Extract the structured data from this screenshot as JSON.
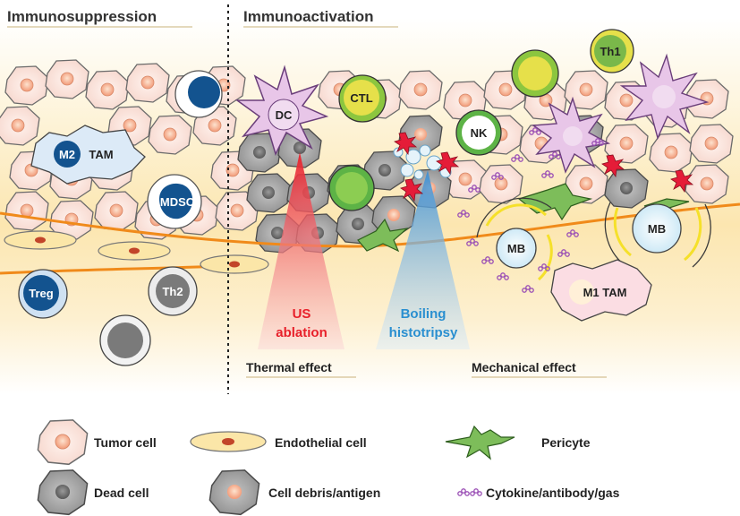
{
  "headers": {
    "left": "Immunosuppression",
    "right": "Immunoactivation"
  },
  "cells": {
    "m2": "M2",
    "tam": "TAM",
    "mdsc": "MDSC",
    "treg": "Treg",
    "th2": "Th2",
    "dc": "DC",
    "ctl": "CTL",
    "nk": "NK",
    "th1": "Th1",
    "mb1": "MB",
    "mb2": "MB",
    "m1": "M1 TAM"
  },
  "beams": {
    "thermal_line1": "US",
    "thermal_line2": "ablation",
    "mechanical_line1": "Boiling",
    "mechanical_line2": "histotripsy"
  },
  "effects": {
    "thermal": "Thermal effect",
    "mechanical": "Mechanical effect"
  },
  "legend": {
    "tumor_cell": "Tumor cell",
    "endothelial_cell": "Endothelial cell",
    "pericyte": "Pericyte",
    "dead_cell": "Dead cell",
    "cell_debris": "Cell debris/antigen",
    "cytokine": "Cytokine/antibody/gas"
  },
  "colors": {
    "thermal_red": "#e8202a",
    "mechanical_blue": "#2a8fd0",
    "tumor_fill": "#fbe4de",
    "dead_fill": "#a9a9a9",
    "background_glow": "#fce9b4"
  }
}
